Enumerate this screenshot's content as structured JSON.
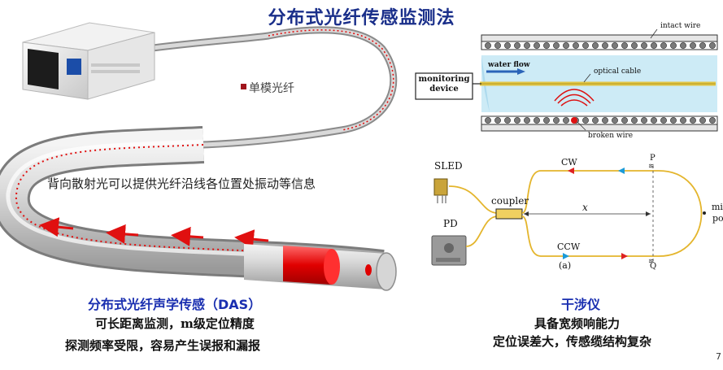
{
  "title": "分布式光纤传感监测法",
  "left": {
    "fiber_label": "单模光纤",
    "backscatter_text": "背向散射光可以提供光纤沿线各位置处振动等信息",
    "das_title": "分布式光纤声学传感（DAS）",
    "das_line1": "可长距离监测，m级定位精度",
    "das_line2": "探测频率受限，容易产生误报和漏报"
  },
  "pipe_diagram": {
    "intact_wire": "intact wire",
    "water_flow": "water flow",
    "optical_cable": "optical cable",
    "monitoring_device": "monitoring device",
    "broken_wire": "broken wire"
  },
  "interferometer": {
    "sled": "SLED",
    "pd": "PD",
    "coupler": "coupler",
    "cw": "CW",
    "ccw": "CCW",
    "p": "P",
    "q": "Q",
    "x": "x",
    "mirror_partial": "mi",
    "point_partial": "po",
    "sub_label": "(a)",
    "title": "干涉仪",
    "line1": "具备宽频响能力",
    "line2": "定位误差大，传感缆结构复杂"
  },
  "page_number": "7",
  "colors": {
    "title": "#1a2f8a",
    "caption_blue": "#1a2fb0",
    "fiber_dot": "#e01010",
    "pipe_blue": "#bfe6f5"
  }
}
